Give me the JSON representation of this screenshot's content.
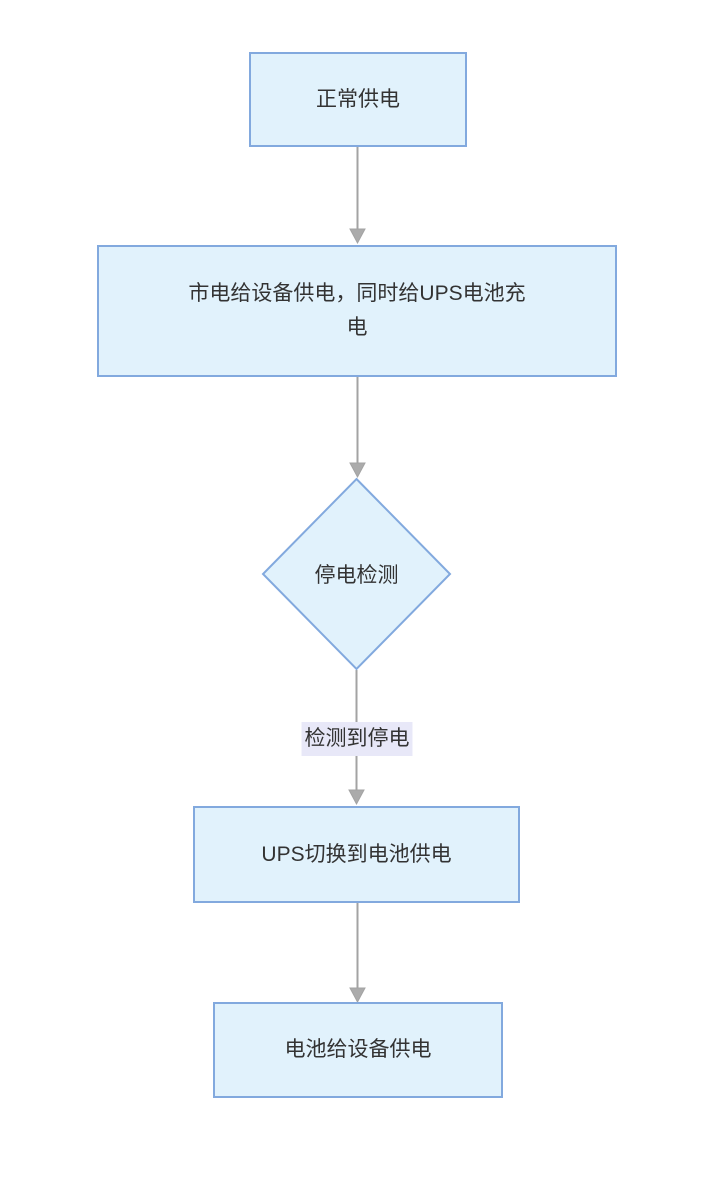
{
  "diagram": {
    "type": "flowchart",
    "direction": "top-down",
    "nodes": [
      {
        "id": "A",
        "shape": "rectangle",
        "label": "正常供电"
      },
      {
        "id": "B",
        "shape": "rectangle",
        "label": "市电给设备供电，同时给UPS电池充电",
        "label_lines": [
          "市电给设备供电，同时给UPS电池充",
          "电"
        ]
      },
      {
        "id": "C",
        "shape": "diamond",
        "label": "停电检测"
      },
      {
        "id": "D",
        "shape": "rectangle",
        "label": "UPS切换到电池供电"
      },
      {
        "id": "E",
        "shape": "rectangle",
        "label": "电池给设备供电"
      }
    ],
    "edges": [
      {
        "from": "A",
        "to": "B",
        "label": ""
      },
      {
        "from": "B",
        "to": "C",
        "label": ""
      },
      {
        "from": "C",
        "to": "D",
        "label": "检测到停电"
      },
      {
        "from": "D",
        "to": "E",
        "label": ""
      }
    ],
    "colors": {
      "background": "#ffffff",
      "node_fill": "#e1f2fc",
      "node_border": "#82a9de",
      "node_text": "#333333",
      "edge_line": "#a3a3a3",
      "edge_head": "#ababab",
      "edge_label_bg": "#e8e8f8"
    }
  }
}
